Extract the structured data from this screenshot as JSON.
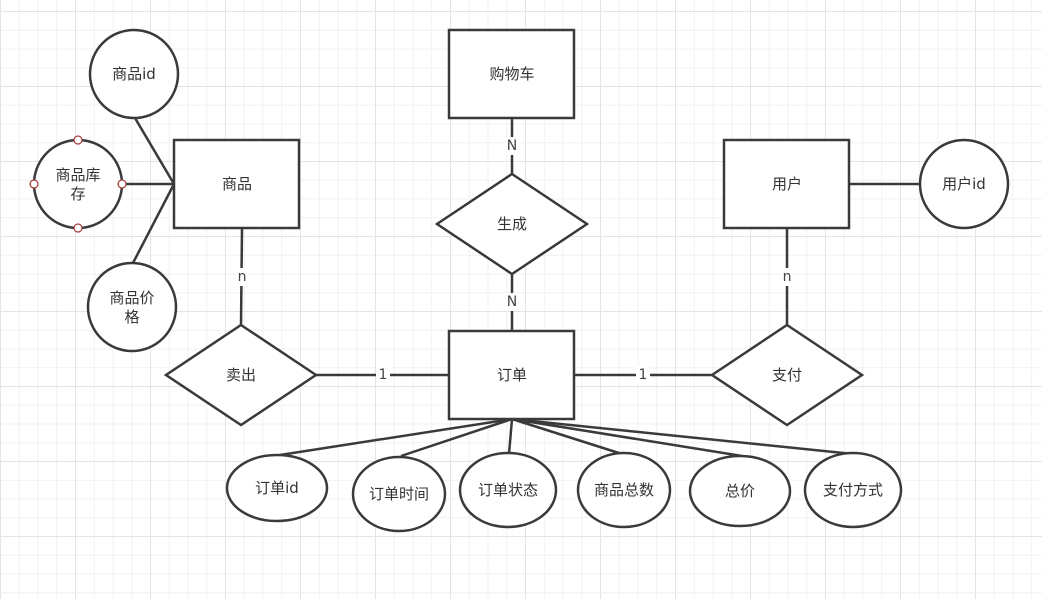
{
  "diagram": {
    "type": "ER diagram",
    "entities": [
      {
        "id": "cart",
        "label": "购物车"
      },
      {
        "id": "product",
        "label": "商品"
      },
      {
        "id": "order",
        "label": "订单"
      },
      {
        "id": "user",
        "label": "用户"
      }
    ],
    "relationships": [
      {
        "id": "generate",
        "label": "生成"
      },
      {
        "id": "sell",
        "label": "卖出"
      },
      {
        "id": "pay",
        "label": "支付"
      }
    ],
    "attributes": [
      {
        "id": "product-id",
        "label": "商品id",
        "owner": "product"
      },
      {
        "id": "product-stock",
        "lines": [
          "商品库",
          "存"
        ],
        "owner": "product",
        "selected": true
      },
      {
        "id": "product-price",
        "lines": [
          "商品价",
          "格"
        ],
        "owner": "product"
      },
      {
        "id": "user-id",
        "label": "用户id",
        "owner": "user"
      },
      {
        "id": "order-id",
        "label": "订单id",
        "owner": "order"
      },
      {
        "id": "order-time",
        "label": "订单时间",
        "owner": "order"
      },
      {
        "id": "order-status",
        "label": "订单状态",
        "owner": "order"
      },
      {
        "id": "product-count",
        "label": "商品总数",
        "owner": "order"
      },
      {
        "id": "total-price",
        "label": "总价",
        "owner": "order"
      },
      {
        "id": "payment-method",
        "label": "支付方式",
        "owner": "order"
      }
    ],
    "connections": [
      {
        "from": "cart",
        "to": "generate",
        "cardinality": "N"
      },
      {
        "from": "generate",
        "to": "order",
        "cardinality": "N"
      },
      {
        "from": "product",
        "to": "sell",
        "cardinality": "n"
      },
      {
        "from": "sell",
        "to": "order",
        "cardinality": "1"
      },
      {
        "from": "order",
        "to": "pay",
        "cardinality": "1"
      },
      {
        "from": "pay",
        "to": "user",
        "cardinality": "n"
      }
    ]
  }
}
